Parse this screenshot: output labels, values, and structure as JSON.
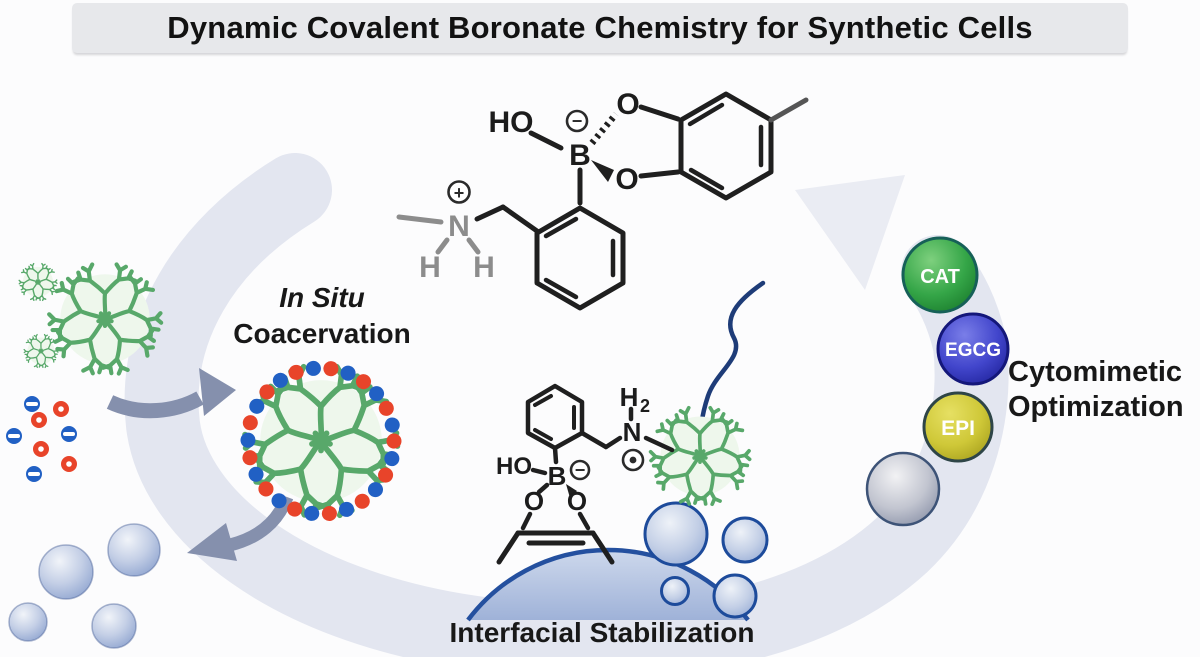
{
  "title": "Dynamic Covalent Boronate Chemistry for Synthetic Cells",
  "labels": {
    "in_situ": "In Situ",
    "coacervation": "Coacervation",
    "interfacial": "Interfacial Stabilization",
    "cytomimetic_line1": "Cytomimetic",
    "cytomimetic_line2": "Optimization"
  },
  "balls": [
    {
      "label": "CAT",
      "color": "#2e9e3f"
    },
    {
      "label": "EGCG",
      "color": "#3438b8"
    },
    {
      "label": "EPI",
      "color": "#c9c32e"
    }
  ],
  "mol_top": {
    "ho": "HO",
    "b": "B",
    "o_top": "O",
    "o_bottom": "O",
    "n": "N",
    "h_left": "H",
    "h_right": "H",
    "plus": "+",
    "minus": "−"
  },
  "mol_bottom": {
    "ho": "HO",
    "b": "B",
    "o_left": "O",
    "o_right": "O",
    "n": "N",
    "h": "H",
    "h_sub": "2",
    "minus": "−"
  },
  "icons": {
    "cycle_band": "circular-process-arrow",
    "forward_arrow": "right-arrow",
    "downward_arrow": "down-left-arrow",
    "dendrimer": "green-dendrimer-particle",
    "coacervate": "dendrimer-coacervate-with-bound-molecules",
    "ammonium_charge": "plus-charge",
    "boronate_charge": "minus-charge",
    "droplet": "stabilized-droplet-interface"
  },
  "colors": {
    "banner_bg": "#e7e8eb",
    "band": "#e3e6f0",
    "band_arrowhead": "#eaecf3",
    "dark_arrow": "#8590ad",
    "dendrimer_green": "#58a86a",
    "particle_red": "#e8442a",
    "particle_blue": "#2160c4",
    "sphere_outline": "#1d4b9b",
    "droplet_outline": "#24509f",
    "polymer_blue": "#1e3c78",
    "text": "#181818"
  }
}
